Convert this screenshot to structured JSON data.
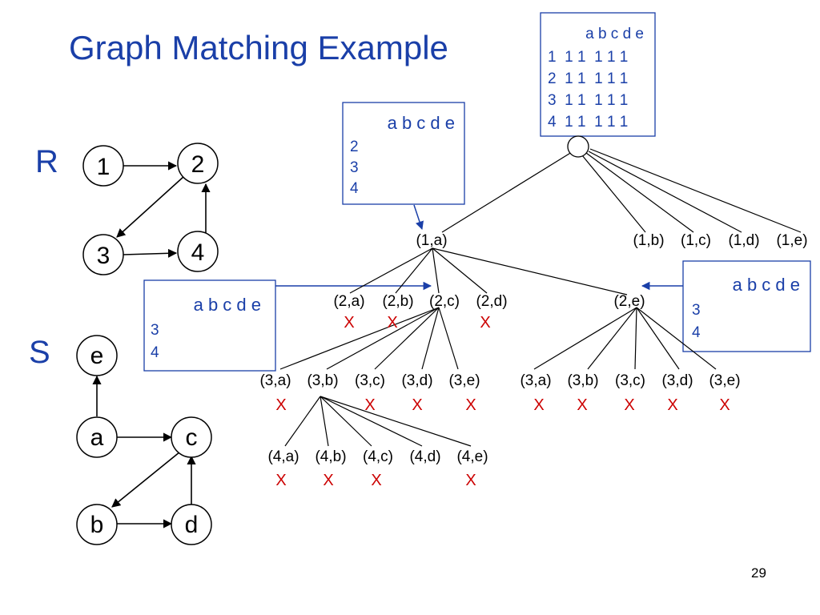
{
  "slide": {
    "title": "Graph Matching Example",
    "page_number": "29",
    "colors": {
      "accent": "#1a3fa8",
      "reject": "#cc0000",
      "edge": "#000000"
    }
  },
  "graphs": {
    "R": {
      "label": "R",
      "nodes": [
        "1",
        "2",
        "3",
        "4"
      ],
      "edges": [
        [
          "1",
          "2"
        ],
        [
          "2",
          "3"
        ],
        [
          "3",
          "4"
        ],
        [
          "4",
          "2"
        ]
      ]
    },
    "S": {
      "label": "S",
      "nodes": [
        "e",
        "a",
        "c",
        "b",
        "d"
      ],
      "edges": [
        [
          "a",
          "e"
        ],
        [
          "a",
          "c"
        ],
        [
          "c",
          "b"
        ],
        [
          "b",
          "d"
        ],
        [
          "d",
          "c"
        ]
      ]
    }
  },
  "tables": {
    "top": {
      "header": "a b c d e",
      "rows": [
        "1  1 1  1 1 1",
        "2  1 1  1 1 1",
        "3  1 1  1 1 1",
        "4  1 1  1 1 1"
      ]
    },
    "mid": {
      "header": "a b c d e",
      "rows": [
        "2",
        "3",
        "4"
      ]
    },
    "left": {
      "header": "a b c d e",
      "rows": [
        "3",
        "4"
      ]
    },
    "right": {
      "header": "a b c d e",
      "rows": [
        "3",
        "4"
      ]
    }
  },
  "tree": {
    "level1": [
      "(1,a)",
      "(1,b)",
      "(1,c)",
      "(1,d)",
      "(1,e)"
    ],
    "level2": [
      "(2,a)",
      "(2,b)",
      "(2,c)",
      "(2,d)",
      "(2,e)"
    ],
    "level3_under_2c": [
      "(3,a)",
      "(3,b)",
      "(3,c)",
      "(3,d)",
      "(3,e)"
    ],
    "level3_under_2e": [
      "(3,a)",
      "(3,b)",
      "(3,c)",
      "(3,d)",
      "(3,e)"
    ],
    "level4_under_3b": [
      "(4,a)",
      "(4,b)",
      "(4,c)",
      "(4,d)",
      "(4,e)"
    ],
    "reject_mark": "X"
  }
}
